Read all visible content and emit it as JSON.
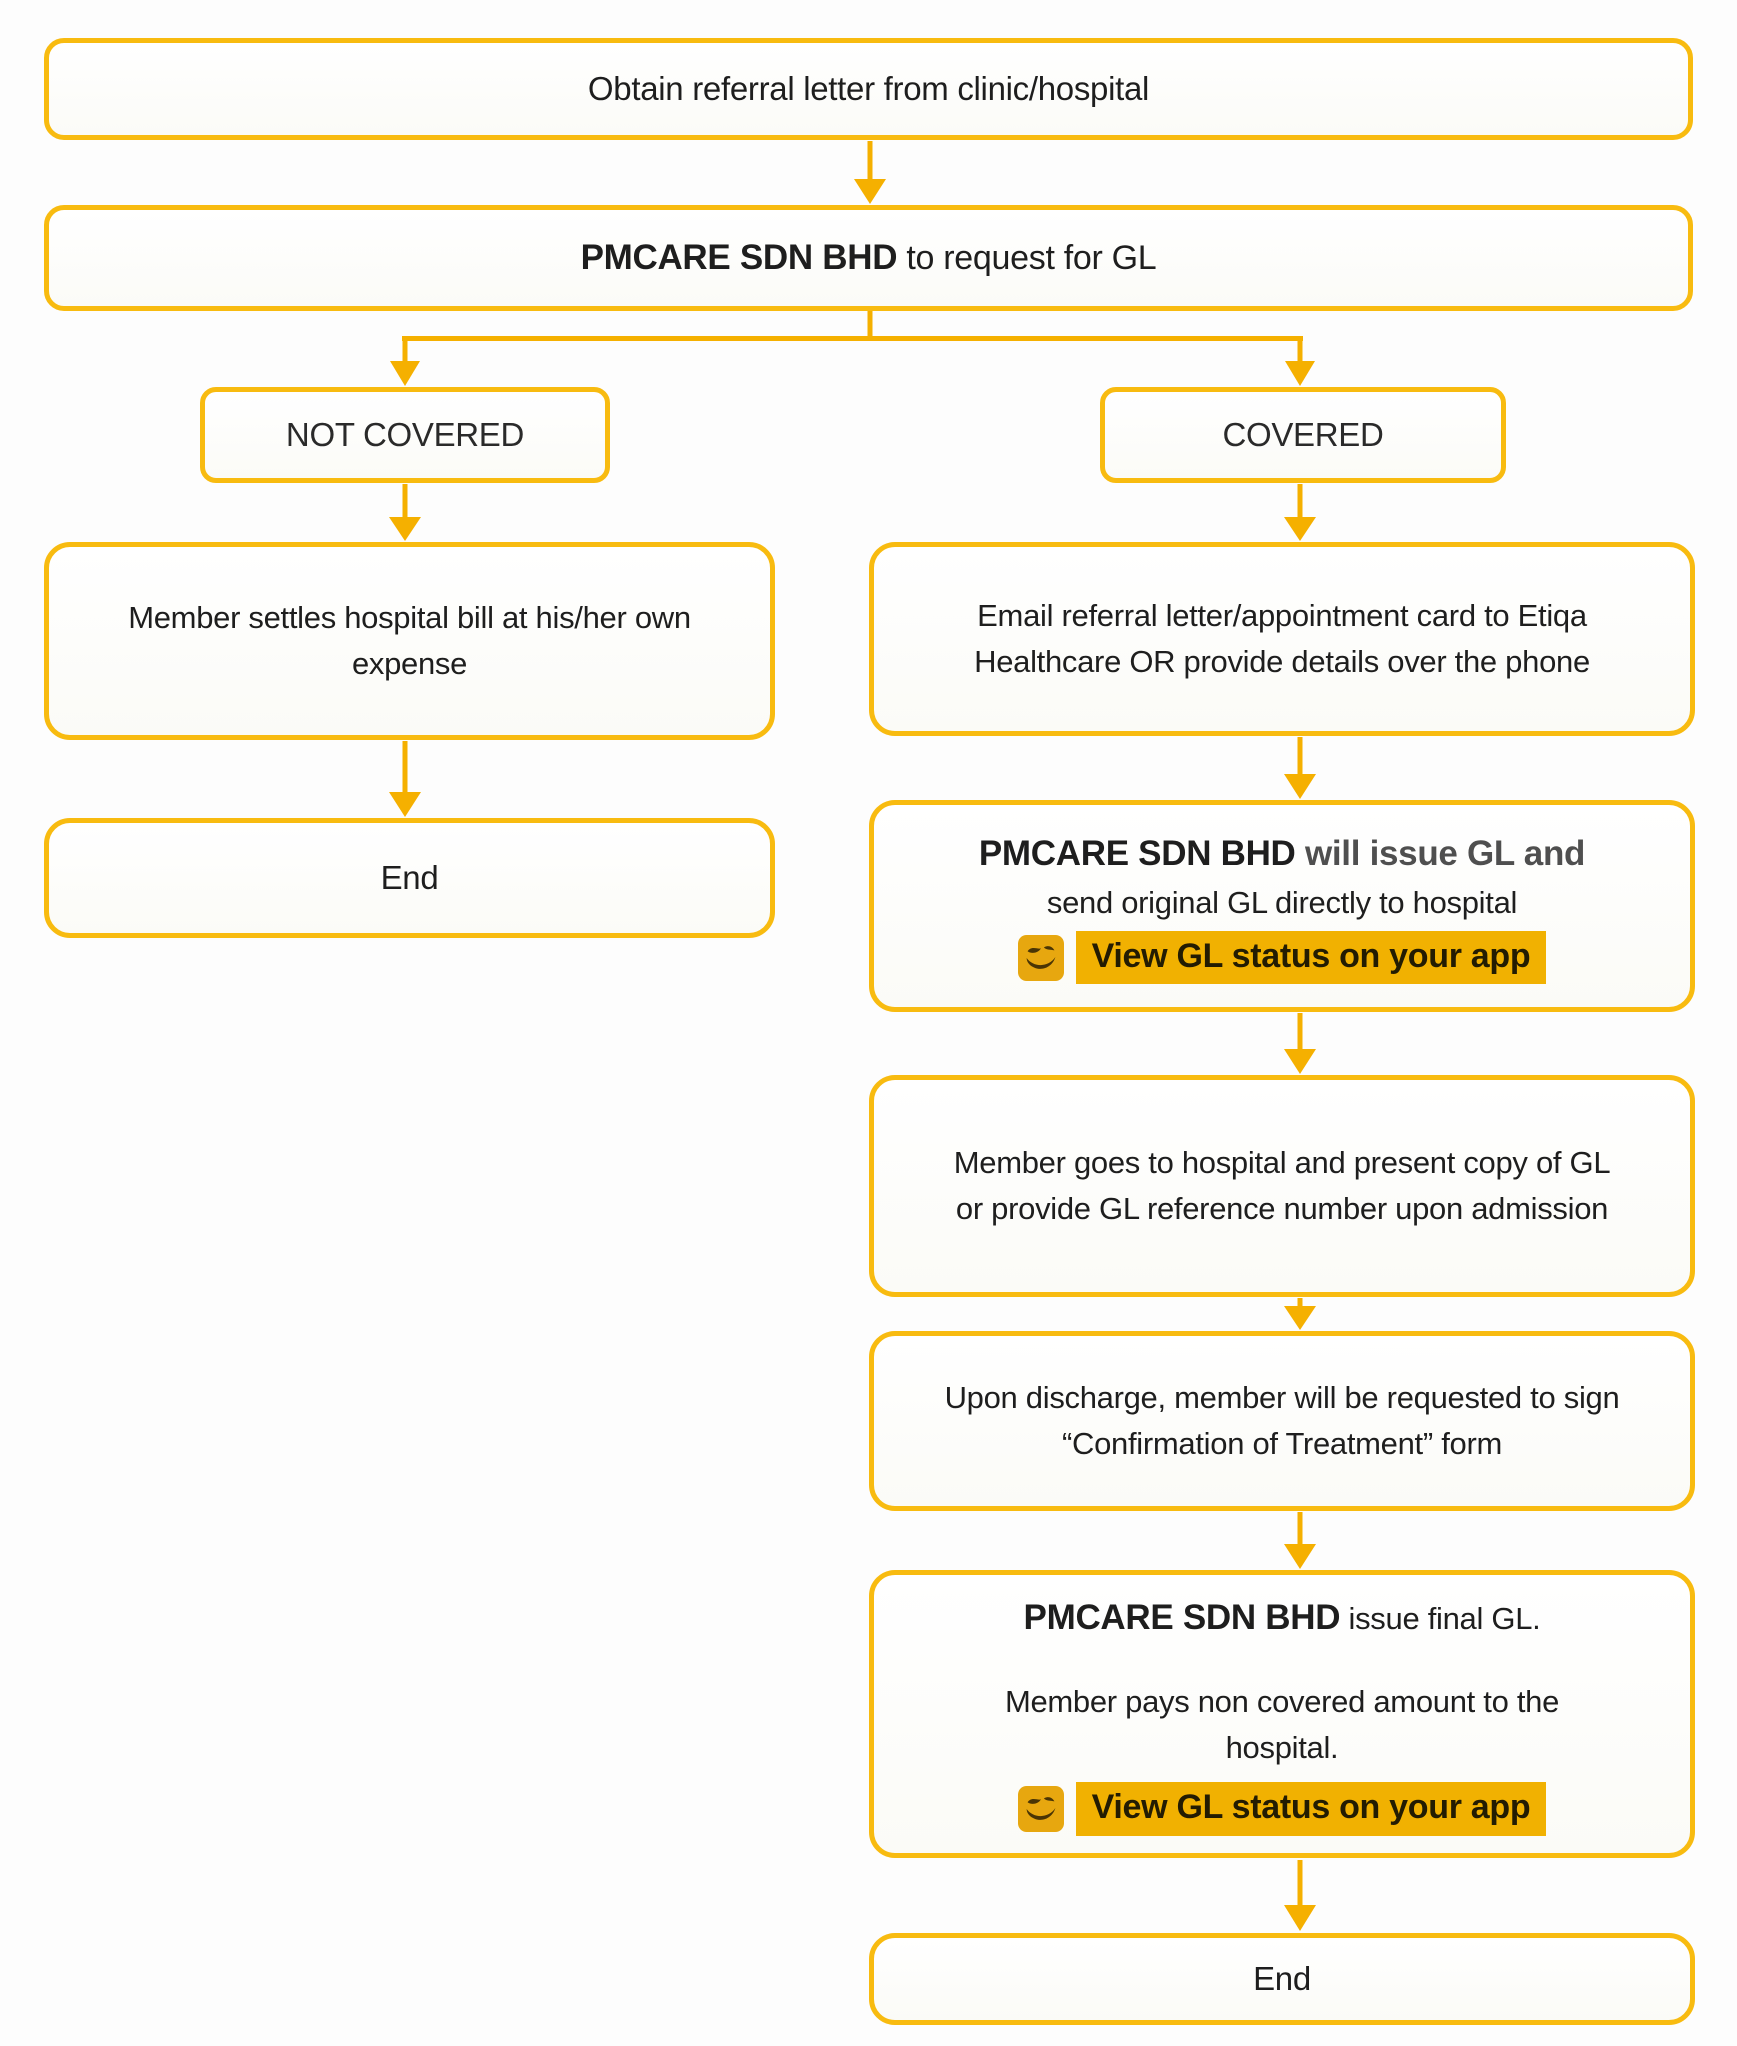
{
  "colors": {
    "box_border_gold": "#F8BB10",
    "arrow_gold": "#F5B000",
    "badge_highlight": "#F1B101",
    "icon_square": "#E7A70F",
    "icon_glyph": "#4A3505",
    "text": "#1E1E1E",
    "secondary_bold_gray": "#4F4F4F",
    "background": "#FDFDFD"
  },
  "nodes": {
    "obtain": {
      "text": "Obtain referral letter from clinic/hospital"
    },
    "request": {
      "bold": "PMCARE SDN BHD",
      "rest": " to request for GL"
    },
    "not_covered": {
      "label": "NOT COVERED"
    },
    "covered": {
      "label": "COVERED"
    },
    "member_settles": {
      "text": "Member settles hospital bill at his/her own expense"
    },
    "end_left": {
      "label": "End"
    },
    "email_referral": {
      "text": "Email referral letter/appointment card to Etiqa Healthcare OR provide details over the phone"
    },
    "issue_gl": {
      "bold": "PMCARE SDN BHD",
      "bold_gray": " will issue GL and",
      "line2": "send original GL directly to hospital",
      "badge": "View GL status on your app",
      "icon": "etiqa-smile-icon"
    },
    "member_goes": {
      "text": "Member goes to hospital and present copy of GL or provide GL reference number upon admission"
    },
    "upon_discharge": {
      "text": "Upon discharge, member will be requested to sign “Confirmation of Treatment” form"
    },
    "final_gl": {
      "bold": "PMCARE SDN BHD",
      "rest": " issue final GL.",
      "line2": "Member pays non covered amount to the hospital.",
      "badge": "View GL status on your app",
      "icon": "etiqa-smile-icon"
    },
    "end_right": {
      "label": "End"
    }
  }
}
